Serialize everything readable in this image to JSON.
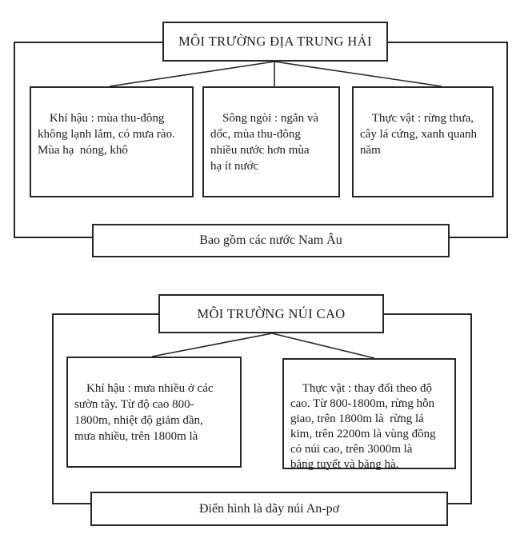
{
  "colors": {
    "border": "#262626",
    "background": "#ffffff",
    "text": "#1c1c1c"
  },
  "diagram1": {
    "title": "MÔI TRƯỜNG ĐỊA TRUNG HẢI",
    "boxes": [
      {
        "name": "climate",
        "text": "Khí hậu : mùa thu-đông\nkhông lạnh lắm, có mưa rào.\nMùa hạ  nóng, khô"
      },
      {
        "name": "rivers",
        "text": "Sông ngòi : ngắn và\ndốc, mùa thu-đông\nnhiều nước hơn mùa\nhạ ít nước"
      },
      {
        "name": "vegetation",
        "text": "Thực vật : rừng thưa,\ncây lá cứng, xanh quanh\nnăm"
      }
    ],
    "footer": "Bao gồm các nước Nam Âu"
  },
  "diagram2": {
    "title": "MÔI TRƯỜNG NÚI CAO",
    "boxes": [
      {
        "name": "climate",
        "text": "Khí hậu : mưa nhiều ở các\nsườn tây. Từ độ cao 800-\n1800m, nhiệt độ giảm dần,\nmưa nhiều, trên 1800m là"
      },
      {
        "name": "vegetation",
        "text": "Thực vật : thay đổi theo độ\ncao. Từ 800-1800m, rừng hỗn\ngiao, trên 1800m là  rừng lá\nkim, trên 2200m là vùng đồng\ncỏ núi cao, trên 3000m là\nbăng tuyết và băng hà."
      }
    ],
    "footer": "Điển hình là dãy núi An-pơ"
  }
}
